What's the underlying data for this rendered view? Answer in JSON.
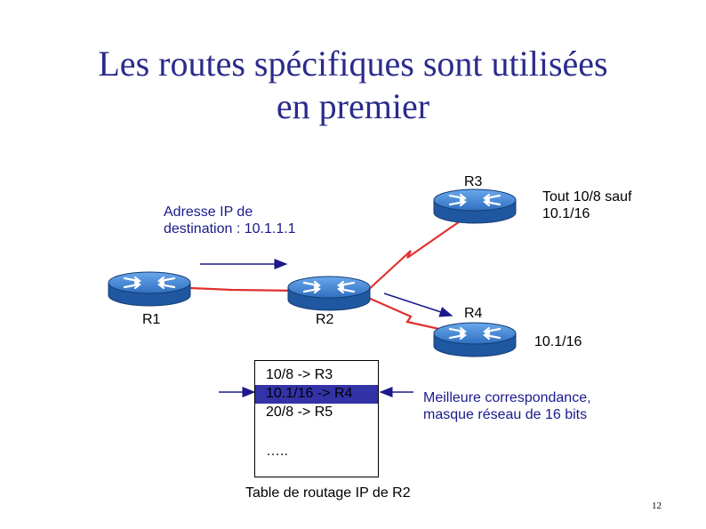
{
  "title": {
    "line1": "Les routes spécifiques sont utilisées",
    "line2": "en premier"
  },
  "routers": {
    "r1": "R1",
    "r2": "R2",
    "r3": "R3",
    "r4": "R4"
  },
  "labels": {
    "destination": [
      "Adresse IP de",
      "destination : 10.1.1.1"
    ],
    "r3_route": [
      "Tout 10/8 sauf",
      "10.1/16"
    ],
    "r4_route": "10.1/16",
    "best_match": [
      "Meilleure correspondance,",
      "masque réseau de 16 bits"
    ],
    "table_caption": "Table de routage IP de R2"
  },
  "routing_table": {
    "rows": [
      "10/8 -> R3",
      "10.1/16 -> R4",
      "20/8 -> R5"
    ],
    "ellipsis": "…..",
    "highlighted_row": 1
  },
  "page_number": "12",
  "colors": {
    "title": "#2b2b8c",
    "router": "#3a7fd0",
    "link": "#e03030",
    "arrow": "#1a1a8c",
    "highlight": "#3333a8"
  }
}
